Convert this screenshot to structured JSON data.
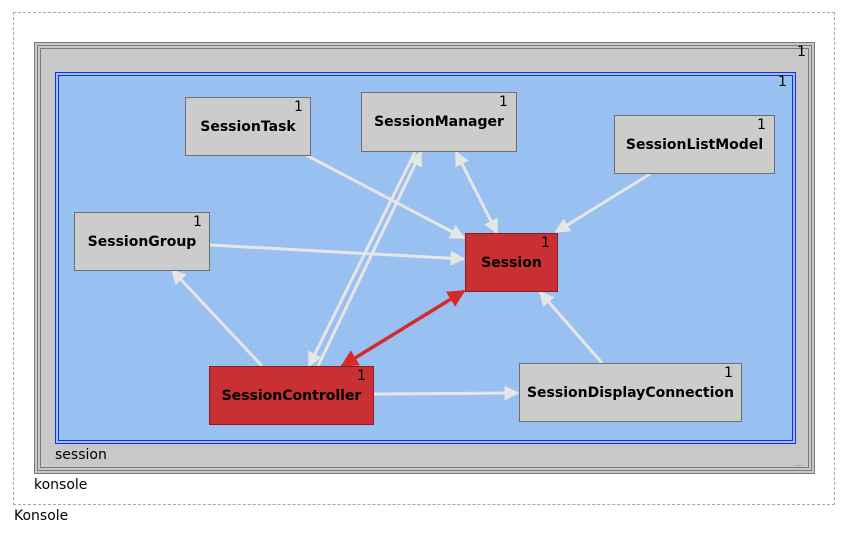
{
  "packages": {
    "outer_label": "Konsole",
    "middle_label": "konsole",
    "inner_label": "session",
    "frame_mult": "1",
    "inner_mult": "1",
    "ellipsis": "..."
  },
  "nodes": {
    "session_task": {
      "label": "SessionTask",
      "mult": "1"
    },
    "session_manager": {
      "label": "SessionManager",
      "mult": "1"
    },
    "session_list_model": {
      "label": "SessionListModel",
      "mult": "1"
    },
    "session_group": {
      "label": "SessionGroup",
      "mult": "1"
    },
    "session": {
      "label": "Session",
      "mult": "1"
    },
    "session_controller": {
      "label": "SessionController",
      "mult": "1"
    },
    "session_display_connection": {
      "label": "SessionDisplayConnection",
      "mult": "1"
    }
  },
  "colors": {
    "edge": "#e6e6e6",
    "highlight_edge": "#d42a2e",
    "node_fill": "#cccccc",
    "highlight_fill": "#c93033",
    "package_fill": "#98c0f0"
  },
  "edges": [
    {
      "from": "session_task",
      "to": "session",
      "style": "normal"
    },
    {
      "from": "session_manager",
      "to": "session",
      "style": "bidirectional"
    },
    {
      "from": "session_list_model",
      "to": "session",
      "style": "normal"
    },
    {
      "from": "session_group",
      "to": "session",
      "style": "normal"
    },
    {
      "from": "session_controller",
      "to": "session_group",
      "style": "normal"
    },
    {
      "from": "session_controller",
      "to": "session_manager",
      "style": "normal"
    },
    {
      "from": "session_manager",
      "to": "session_controller",
      "style": "normal"
    },
    {
      "from": "session_controller",
      "to": "session",
      "style": "highlight-bidirectional"
    },
    {
      "from": "session_controller",
      "to": "session_display_connection",
      "style": "normal"
    },
    {
      "from": "session_display_connection",
      "to": "session",
      "style": "normal"
    }
  ]
}
